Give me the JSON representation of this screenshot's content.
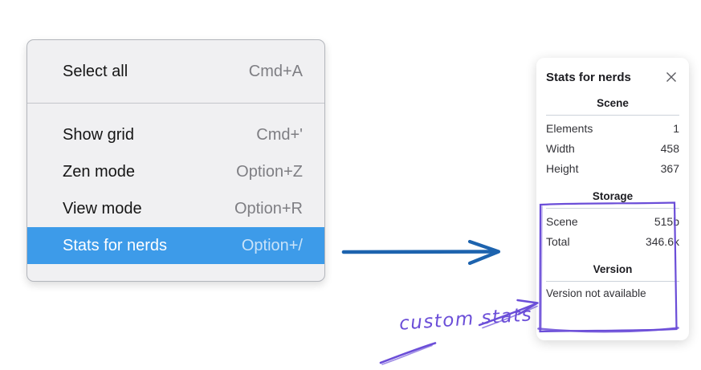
{
  "colors": {
    "menu_background": "#f0f0f2",
    "menu_border": "#b3b6bc",
    "menu_highlight": "#3d9be9",
    "menu_text": "#151515",
    "menu_shortcut": "#7e7e83",
    "arrow_blue": "#1d63ae",
    "sketch_purple": "#6b4ed8",
    "panel_background": "#ffffff",
    "panel_heading_text": "#1c1c21",
    "panel_row_text": "#333338"
  },
  "menu": {
    "items": [
      {
        "label": "Select all",
        "shortcut": "Cmd+A"
      },
      {
        "label": "Show grid",
        "shortcut": "Cmd+'"
      },
      {
        "label": "Zen mode",
        "shortcut": "Option+Z"
      },
      {
        "label": "View mode",
        "shortcut": "Option+R"
      },
      {
        "label": "Stats for nerds",
        "shortcut": "Option+/",
        "selected": true
      }
    ]
  },
  "panel": {
    "title": "Stats for nerds",
    "sections": [
      {
        "heading": "Scene",
        "rows": [
          {
            "label": "Elements",
            "value": "1"
          },
          {
            "label": "Width",
            "value": "458"
          },
          {
            "label": "Height",
            "value": "367"
          }
        ]
      },
      {
        "heading": "Storage",
        "rows": [
          {
            "label": "Scene",
            "value": "515b"
          },
          {
            "label": "Total",
            "value": "346.6k"
          }
        ]
      },
      {
        "heading": "Version",
        "note": "Version not available"
      }
    ]
  },
  "annotation": {
    "text": "custom stats"
  }
}
